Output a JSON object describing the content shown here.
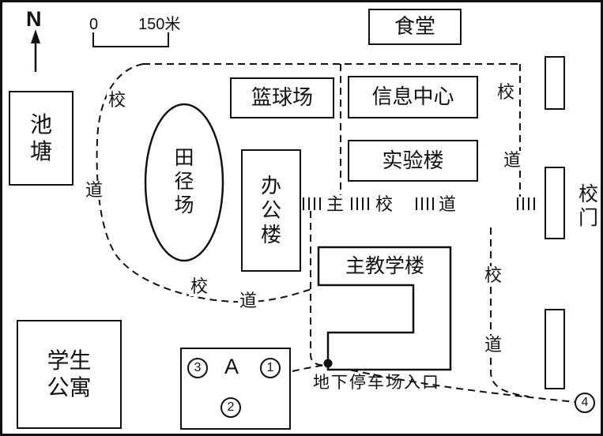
{
  "compass": {
    "label": "N"
  },
  "scale_bar": {
    "zero": "0",
    "distance": "150米"
  },
  "buildings": {
    "canteen": "食堂",
    "pond": "池塘",
    "basketball_court": "篮球场",
    "info_center": "信息中心",
    "lab_building": "实验楼",
    "track_field": "田径场",
    "office_building": "办公楼",
    "main_teaching_building": "主教学楼",
    "student_dorm": "学生公寓",
    "school_gate": "校门"
  },
  "road_labels": {
    "left_curve_xiao": "校",
    "left_curve_dao": "道",
    "bottom_curve_xiao": "校",
    "bottom_curve_dao": "道",
    "main_road_zhu": "主",
    "main_road_xiao": "校",
    "main_road_dao": "道",
    "right_top_xiao": "校",
    "right_top_dao": "道",
    "right_bottom_xiao": "校",
    "right_bottom_dao": "道"
  },
  "markers": {
    "point_1": "1",
    "point_2": "2",
    "point_3": "3",
    "point_4": "4",
    "label_a": "A"
  },
  "annotations": {
    "parking_entrance": "地下停车场入口"
  },
  "colors": {
    "line": "#111111",
    "background": "#ffffff"
  }
}
